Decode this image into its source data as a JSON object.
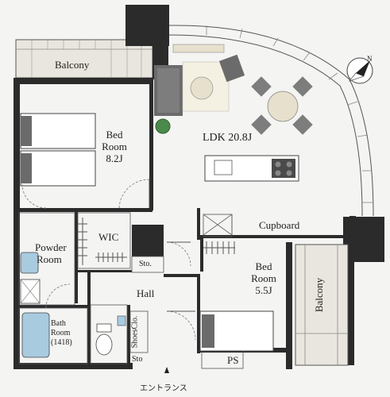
{
  "rooms": {
    "balcony_top": "Balcony",
    "bedroom1": {
      "line1": "Bed",
      "line2": "Room",
      "line3": "8.2J"
    },
    "ldk": "LDK 20.8J",
    "wic": "WIC",
    "powder": {
      "line1": "Powder",
      "line2": "Room"
    },
    "storage1": "Sto.",
    "hall": "Hall",
    "cupboard": "Cupboard",
    "bedroom2": {
      "line1": "Bed",
      "line2": "Room",
      "line3": "5.5J"
    },
    "balcony_right": "Balcony",
    "bathroom": {
      "line1": "Bath",
      "line2": "Room",
      "line3": "(1418)"
    },
    "shoes_closet": "ShoesClo.",
    "storage2": "Sto",
    "ps": "PS"
  },
  "entrance": "エントランス",
  "compass": {
    "label": "N"
  },
  "colors": {
    "wall": "#2b2b2b",
    "floor": "#f4f4f2",
    "bath": "#a9cbe0",
    "balcony": "#e8e6de",
    "furniture": "#6b6b6b",
    "plant": "#4a8a4a",
    "table": "#e6e0cc"
  }
}
